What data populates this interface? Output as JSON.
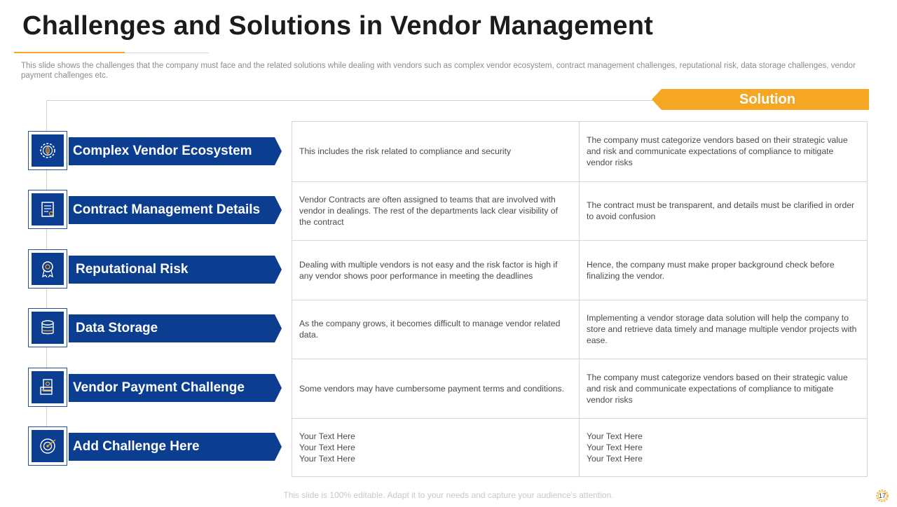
{
  "title": "Challenges and Solutions in Vendor Management",
  "subtitle": "This slide shows the challenges that the company must face and the related solutions while dealing with vendors such as complex vendor ecosystem, contract management challenges, reputational risk, data storage challenges, vendor payment challenges etc.",
  "solution_label": "Solution",
  "colors": {
    "navy": "#0b3d91",
    "accent": "#f5a623"
  },
  "challenges": [
    {
      "label": "Complex Vendor Ecosystem",
      "icon": "leaf-gear-icon"
    },
    {
      "label": "Contract Management Details",
      "icon": "document-icon"
    },
    {
      "label": "Reputational Risk",
      "icon": "award-badge-icon"
    },
    {
      "label": "Data Storage",
      "icon": "database-icon"
    },
    {
      "label": "Vendor Payment Challenge",
      "icon": "payment-card-icon"
    },
    {
      "label": "Add Challenge Here",
      "icon": "target-icon"
    }
  ],
  "rows": [
    {
      "challenge": "This includes the risk related to compliance and security",
      "solution": "The company must categorize vendors  based on their strategic value  and risk and communicate expectations of compliance to mitigate vendor  risks"
    },
    {
      "challenge": "Vendor Contracts are often assigned to teams that are involved with vendor  in dealings. The  rest of the departments  lack clear visibility of the contract",
      "solution": "The contract must be transparent,  and details must be clarified  in order to avoid  confusion"
    },
    {
      "challenge": "Dealing with multiple vendors  is not easy and the risk factor is high if any vendor  shows poor performance  in meeting the deadlines",
      "solution": "Hence, the company must make proper background  check before finalizing the vendor."
    },
    {
      "challenge": "As the company grows, it becomes difficult to manage vendor related data.",
      "solution": "Implementing  a vendor  storage data solution will help the company to store and retrieve  data timely and manage  multiple vendor  projects with ease."
    },
    {
      "challenge": "Some vendors  may have  cumbersome  payment terms and conditions.",
      "solution": "The company must categorize vendors  based on their strategic value  and risk and communicate expectations of compliance to mitigate vendor  risks"
    },
    {
      "challenge": "Your Text Here\nYour Text Here\nYour Text Here",
      "solution": "Your Text Here\nYour Text Here\nYour Text Here"
    }
  ],
  "footer": "This slide is 100% editable. Adapt it to your needs and capture your audience's attention.",
  "page_number": "17"
}
